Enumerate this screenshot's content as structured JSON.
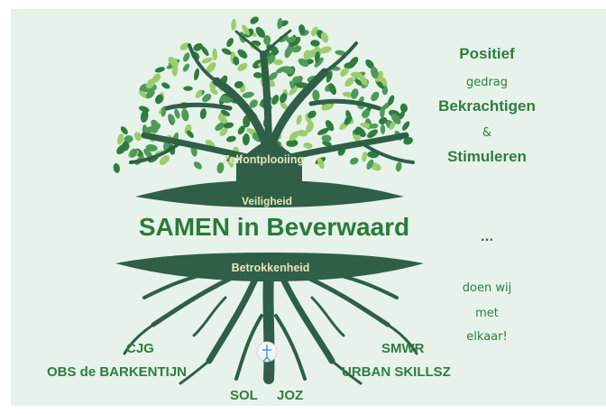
{
  "tree": {
    "trunk_labels": {
      "zelfontplooiing": "Zelfontplooiing",
      "veiligheid": "Veiligheid",
      "betrokkenheid": "Betrokkenheid"
    },
    "title": "SAMEN in Beverwaard",
    "logo_icon": "school-logo-icon"
  },
  "partners": {
    "cjg": "CJG",
    "obs": "OBS de BARKENTIJN",
    "sol": "SOL",
    "joz": "JOZ",
    "smwr": "SMWR",
    "urban": "URBAN SKILLSZ"
  },
  "right_column": {
    "positief": "Positief",
    "gedrag": "gedrag",
    "bekrachtigen": "Bekrachtigen",
    "amp": "&",
    "stimuleren": "Stimuleren",
    "ellipsis": "...",
    "doen_wij": "doen wij",
    "met": "met",
    "elkaar": "elkaar!"
  },
  "colors": {
    "panel_bg": "#e7f3ea",
    "tree_dark": "#2f5f47",
    "leaf_dark": "#2e7d3f",
    "leaf_mid": "#4f9a58",
    "leaf_light": "#9ccc6e",
    "text_green": "#2e7d3f",
    "trunk_text": "#e8e4b8"
  }
}
